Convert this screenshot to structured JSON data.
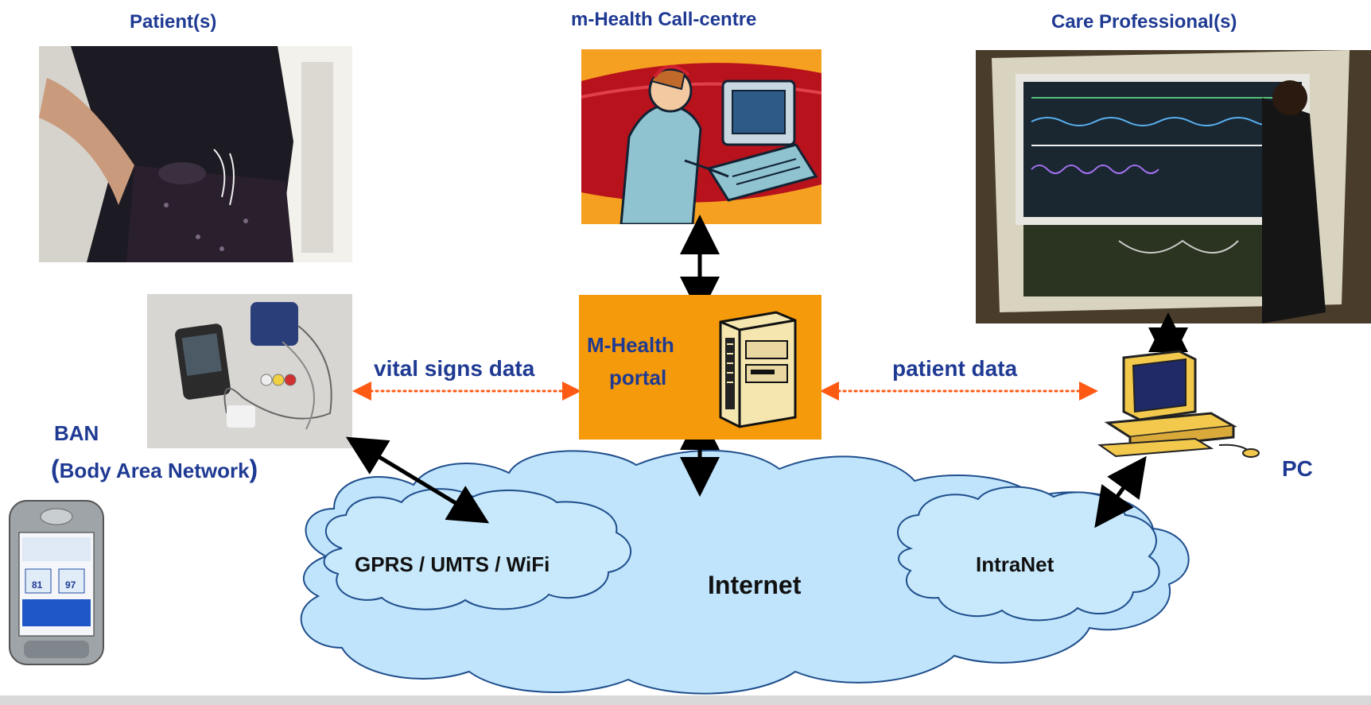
{
  "titles": {
    "patients": "Patient(s)",
    "call_centre": "m-Health  Call-centre",
    "care_professionals": "Care Professional(s)"
  },
  "ban": {
    "line1": "BAN",
    "line2_open": "(",
    "line2_text": "Body Area Network",
    "line2_close": ")"
  },
  "portal": {
    "line1": "M-Health",
    "line2": "portal"
  },
  "links": {
    "vital_signs": "vital signs data",
    "patient_data": "patient data"
  },
  "clouds": {
    "internet": "Internet",
    "gprs": "GPRS / UMTS / WiFi",
    "intranet": "IntraNet"
  },
  "pc_label": "PC",
  "phone_readings": {
    "value_left": "81",
    "value_right": "97"
  },
  "colors": {
    "label_blue": "#1f3a93",
    "portal_orange": "#f59a0a",
    "cloud_fill": "#b9e3fb",
    "cloud_stroke": "#1f4e8c",
    "dotted_arrow": "#ff5a14"
  },
  "icons": {
    "call_centre": "operator-at-computer-icon",
    "server": "server-tower-icon",
    "pc": "desktop-computer-icon",
    "phone": "pda-phone-icon"
  }
}
